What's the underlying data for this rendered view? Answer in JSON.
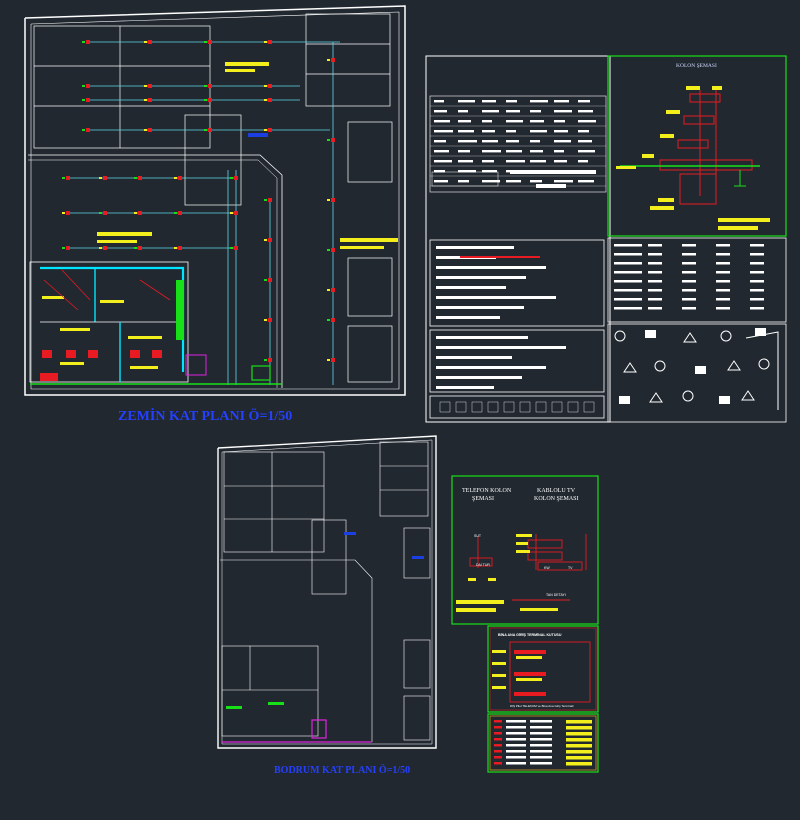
{
  "canvas": {
    "background": "#212830"
  },
  "colors": {
    "wall": "#ffffff",
    "light_blue": "#5fd7ea",
    "cyan": "#00e5ff",
    "green": "#18e018",
    "yellow": "#f2ef1c",
    "red": "#e81b22",
    "blue": "#1b3fe0",
    "magenta": "#e023e0",
    "orange": "#e8a41e"
  },
  "plans": {
    "ground_floor": {
      "title": "ZEMİN KAT PLANI Ö=1/50"
    },
    "first_floor": {
      "title": "BODRUM KAT PLANI Ö=1/50"
    }
  },
  "panels": {
    "kolon": {
      "title": "KOLON ŞEMASI"
    },
    "telefon": {
      "title_left_1": "TELEFON KOLON",
      "title_left_2": "ŞEMASI",
      "title_right_1": "KABLOLU TV",
      "title_right_2": "KOLON ŞEMASI",
      "small_1": "SUT",
      "small_2": "DAİ TUR",
      "small_3": "KW",
      "small_4": "TV",
      "small_5": "TAN DETAYI"
    },
    "terminal": {
      "title": "BİNA ANA GİRİŞ TERMİNAL KUTUSU",
      "caption": "DIŞ Pilot TELEKOM ve Bina Ana Giriş Terminali"
    }
  }
}
